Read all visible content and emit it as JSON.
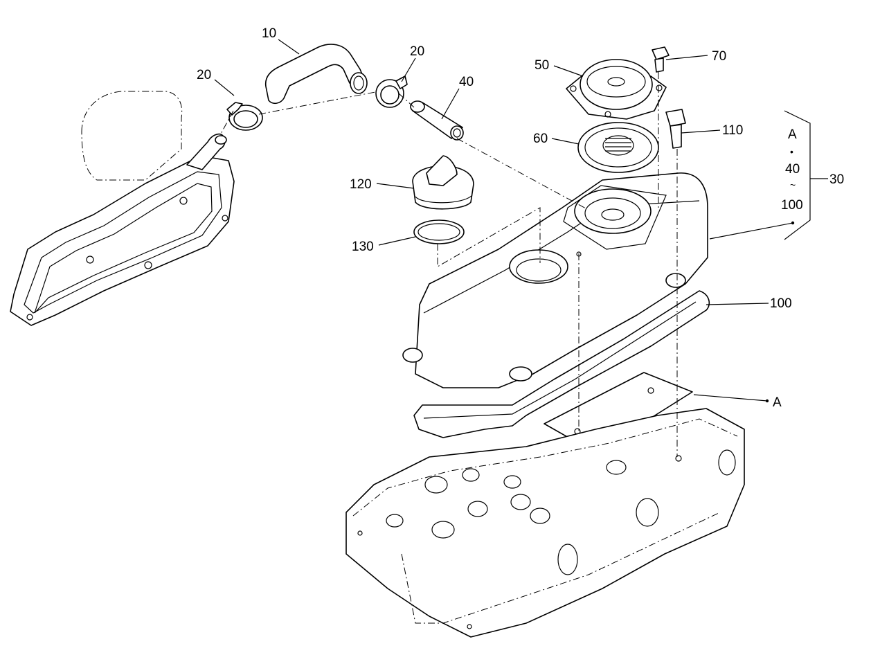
{
  "labels": {
    "l10": "10",
    "l20a": "20",
    "l20b": "20",
    "l40": "40",
    "l50": "50",
    "l60": "60",
    "l70": "70",
    "l110": "110",
    "l120": "120",
    "l130": "130",
    "l100": "100",
    "l30": "30",
    "lA": "A"
  },
  "group_note": {
    "line1": "A",
    "bullet": "•",
    "line2": "40",
    "tilde": "~",
    "line3": "100"
  }
}
